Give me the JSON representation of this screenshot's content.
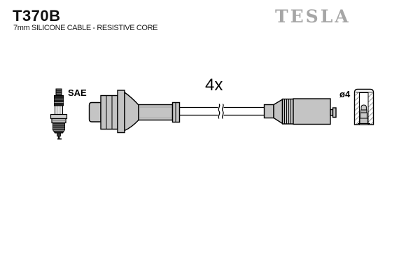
{
  "header": {
    "part_number": "T370B",
    "subtitle": "7mm SILICONE CABLE - RESISTIVE CORE",
    "brand": "TESLA"
  },
  "diagram": {
    "sae_label": "SAE",
    "quantity_label": "4x",
    "diameter_label": "ø4"
  },
  "colors": {
    "drawing_fill": "#c4c4c4",
    "brand_gray": "#a6a6a6",
    "outline": "#000000"
  }
}
